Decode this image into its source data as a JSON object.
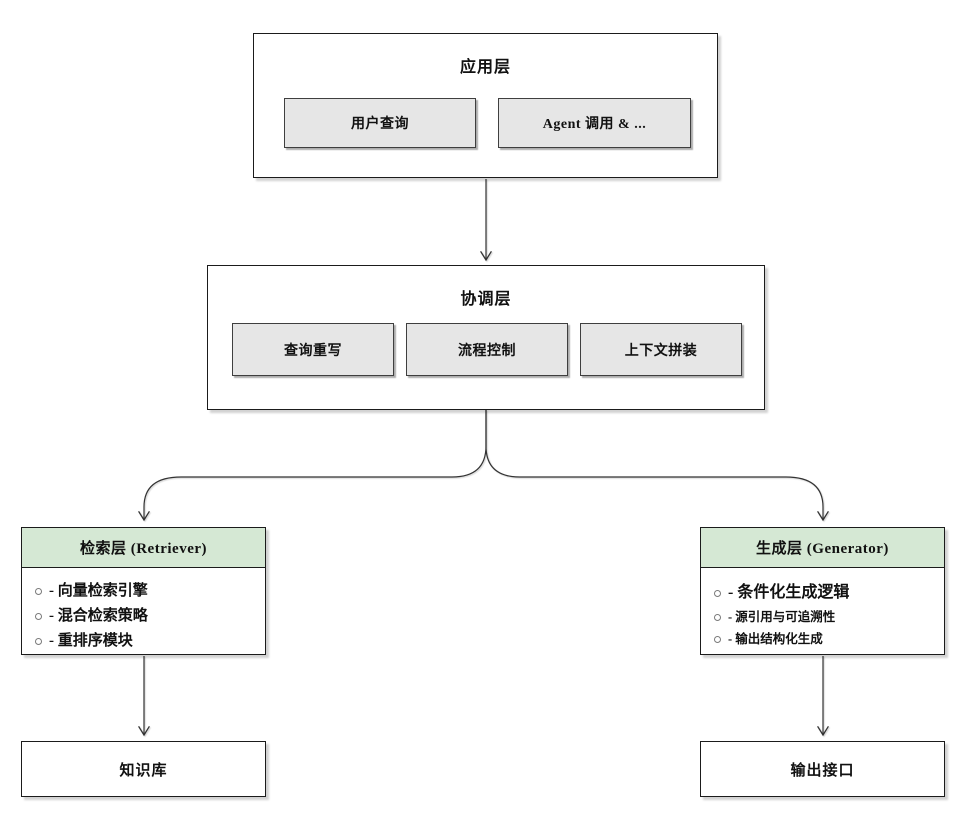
{
  "app_layer": {
    "title": "应用层",
    "children": [
      {
        "label": "用户查询"
      },
      {
        "label": "Agent 调用 & ..."
      }
    ]
  },
  "orchestration_layer": {
    "title": "协调层",
    "children": [
      {
        "label": "查询重写"
      },
      {
        "label": "流程控制"
      },
      {
        "label": "上下文拼装"
      }
    ]
  },
  "retriever_layer": {
    "title": "检索层 (Retriever)",
    "items": [
      {
        "text": "- 向量检索引擎"
      },
      {
        "text": "- 混合检索策略"
      },
      {
        "text": "- 重排序模块"
      }
    ]
  },
  "generator_layer": {
    "title": "生成层 (Generator)",
    "items": [
      {
        "text": "- 条件化生成逻辑"
      },
      {
        "text": "- 源引用与可追溯性"
      },
      {
        "text": "- 输出结构化生成"
      }
    ]
  },
  "knowledge_base": {
    "label": "知识库"
  },
  "output_interface": {
    "label": "输出接口"
  },
  "colors": {
    "header_green": "#d5e8d4",
    "sub_box_gray": "#e6e6e6",
    "border_dark": "#1b1b1b",
    "edge_line": "#333333",
    "background": "#ffffff"
  }
}
